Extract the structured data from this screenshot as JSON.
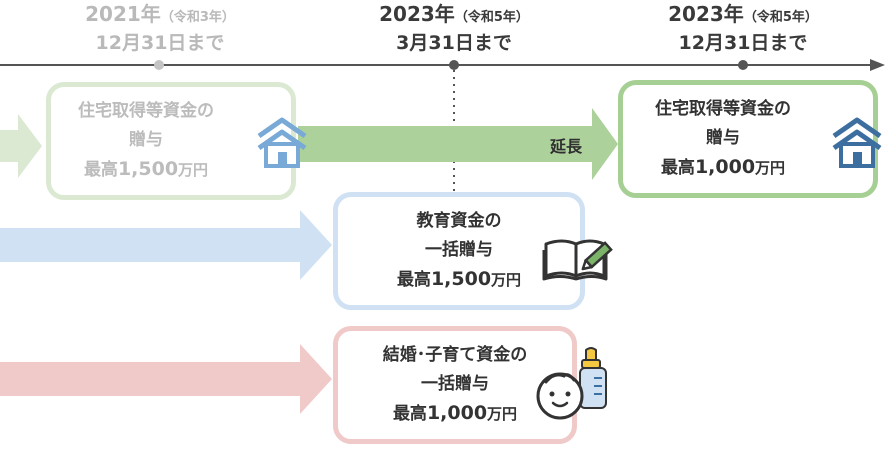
{
  "colors": {
    "green_faded": "#dbe9d3",
    "green": "#acd19b",
    "green_border": "#a6cf94",
    "blue": "#cfe1f3",
    "pink": "#f0c9c9",
    "house_blue": "#3c6f9f",
    "house_faded_blue": "#79a9d6",
    "text_dark": "#333333",
    "text_faded": "#bcbcbc"
  },
  "timeline": {
    "dates": [
      {
        "year": "2021年",
        "era": "（令和3年）",
        "deadline": "12月31日まで"
      },
      {
        "year": "2023年",
        "era": "（令和5年）",
        "deadline": "3月31日まで"
      },
      {
        "year": "2023年",
        "era": "（令和5年）",
        "deadline": "12月31日まで"
      }
    ]
  },
  "housing_old": {
    "line1": "住宅取得等資金の",
    "line2": "贈与",
    "prefix": "最高",
    "amount": "1,500",
    "unit": "万円",
    "icon": "house-icon"
  },
  "extension_label": "延長",
  "housing_new": {
    "line1": "住宅取得等資金の",
    "line2": "贈与",
    "prefix": "最高",
    "amount": "1,000",
    "unit": "万円",
    "icon": "house-icon"
  },
  "education": {
    "line1": "教育資金の",
    "line2": "一括贈与",
    "prefix": "最高",
    "amount": "1,500",
    "unit": "万円",
    "icon": "book-pen-icon"
  },
  "marriage": {
    "line1": "結婚･子育て資金の",
    "line2": "一括贈与",
    "prefix": "最高",
    "amount": "1,000",
    "unit": "万円",
    "icon": "baby-bottle-icon"
  }
}
